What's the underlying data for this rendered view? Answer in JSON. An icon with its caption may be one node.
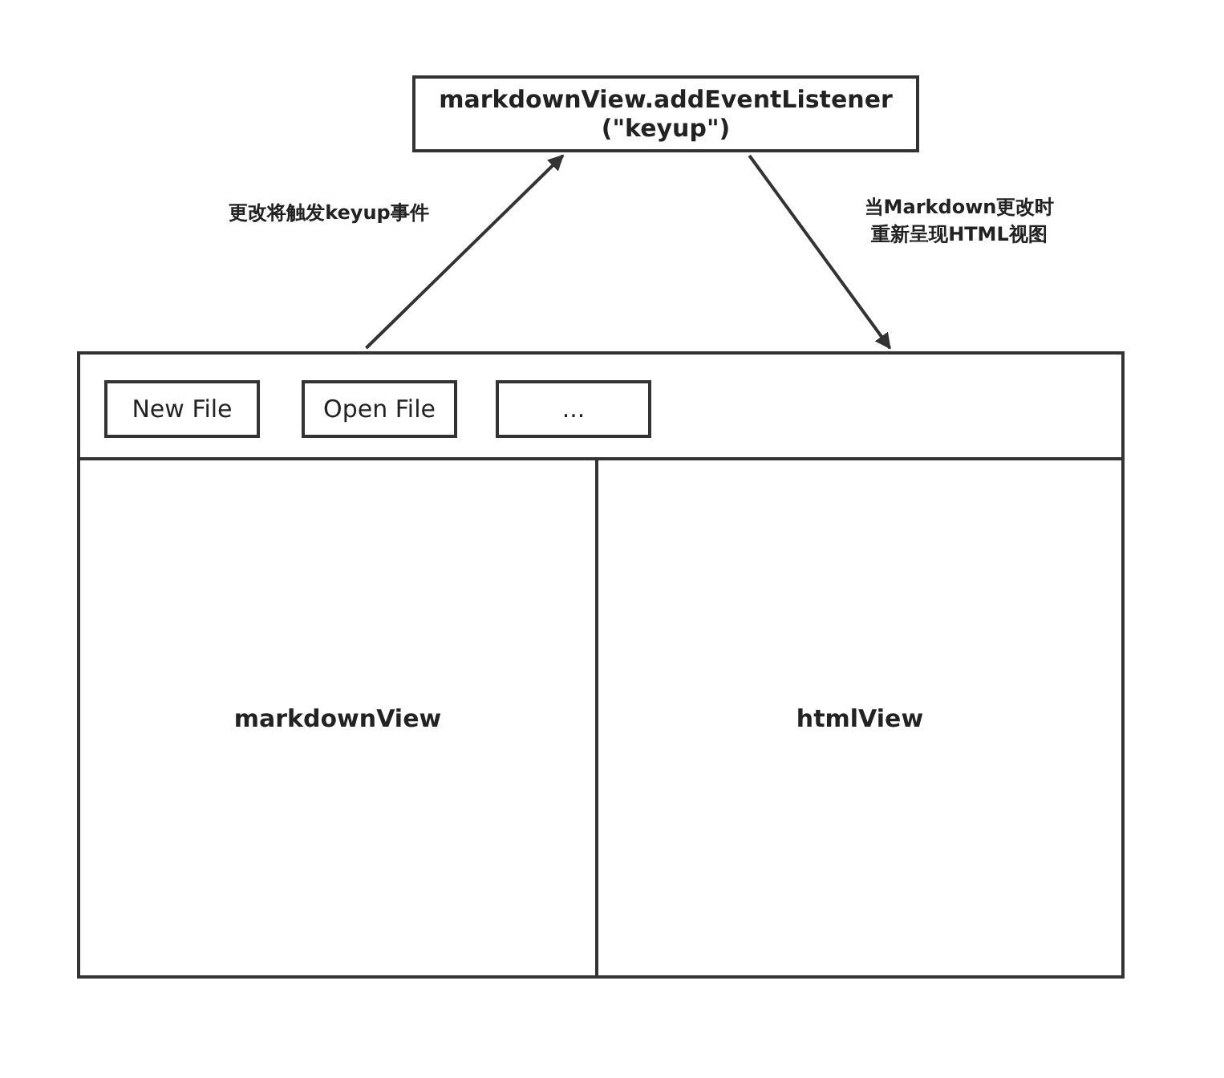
{
  "diagram": {
    "nodes": [
      {
        "text": [
          "markdownView.addEventListener(\"keyup\")"
        ]
      },
      {
        "text": [],
        "shape": "box"
      },
      {
        "text": [
          "New File"
        ],
        "in": 1
      },
      {
        "text": [
          "Open File"
        ],
        "in": 1
      },
      {
        "text": [
          "..."
        ],
        "in": 1
      },
      {
        "text": [
          "markdownView"
        ],
        "in": 1
      },
      {
        "text": [
          "htmlView"
        ],
        "in": 1
      }
    ],
    "edges": [
      {
        "from": 1,
        "to": 0,
        "arrow": "to",
        "label": "更改将触发keyup事件"
      },
      {
        "from": 0,
        "to": 1,
        "arrow": "to",
        "label": "当Markdown更改时重新呈现HTML视图"
      }
    ]
  }
}
